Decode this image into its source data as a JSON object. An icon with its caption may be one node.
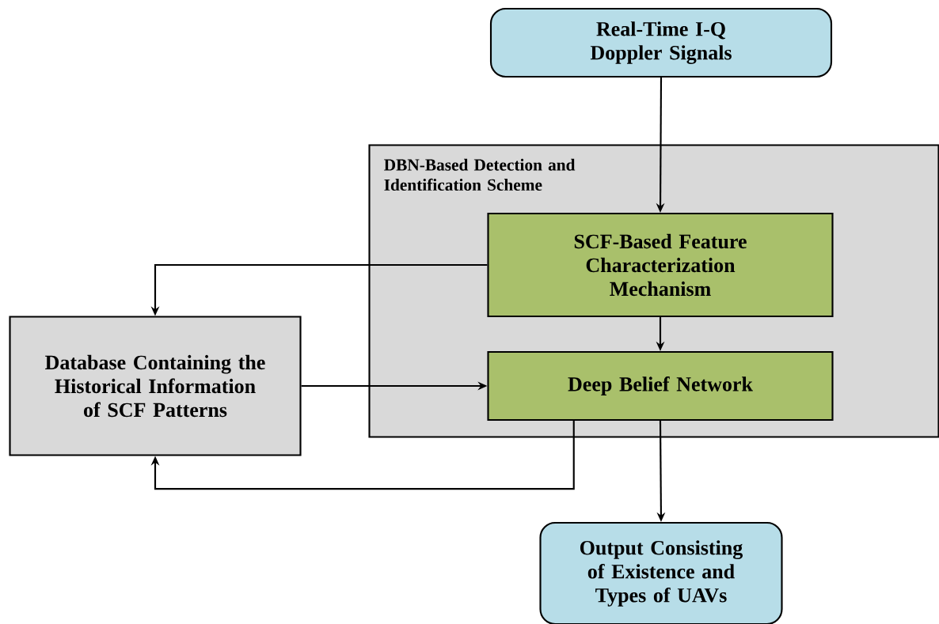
{
  "diagram": {
    "nodes": [
      {
        "text": [
          "Real-Time I-Q Doppler Signals"
        ]
      },
      {
        "text": [
          "DBN-Based Detection and Identification Scheme"
        ]
      },
      {
        "text": [
          "SCF-Based Feature Characterization Mechanism"
        ],
        "in": 1
      },
      {
        "text": [
          "Deep Belief Network"
        ],
        "in": 1
      },
      {
        "text": [
          "Database Containing the Historical Information of SCF Patterns"
        ]
      },
      {
        "text": [
          "Output Consisting of Existence and Types of UAVs"
        ]
      }
    ],
    "edges": [
      {
        "from": 0,
        "to": 2,
        "arrow": "to"
      },
      {
        "from": 2,
        "to": 3,
        "arrow": "to"
      },
      {
        "from": 2,
        "to": 4,
        "arrow": "to"
      },
      {
        "from": 4,
        "to": 3,
        "arrow": "to"
      },
      {
        "from": 3,
        "to": 4,
        "arrow": "to"
      },
      {
        "from": 3,
        "to": 5,
        "arrow": "to"
      }
    ]
  }
}
